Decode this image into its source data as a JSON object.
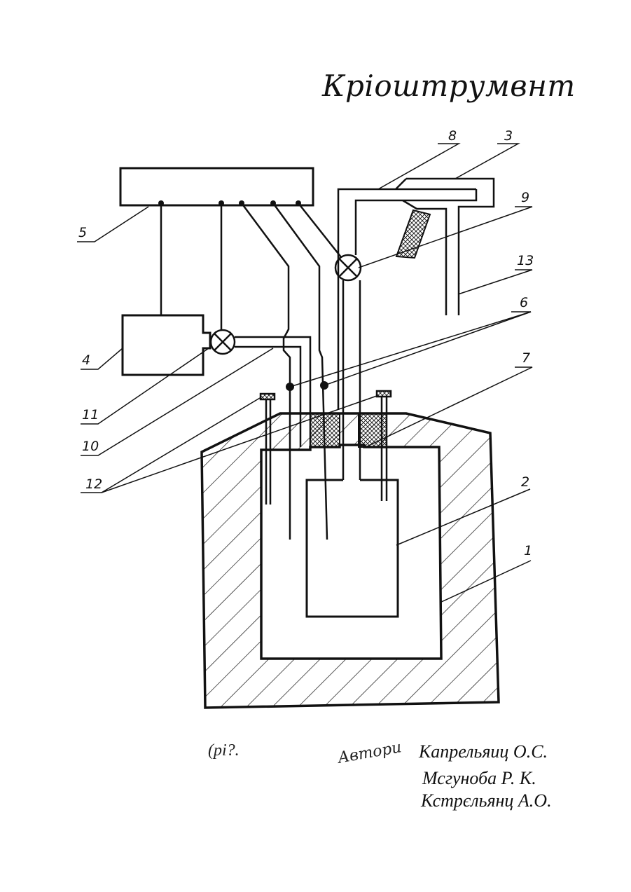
{
  "header": {
    "title": "Кріоштрумвнт"
  },
  "diagram": {
    "callouts": [
      "1",
      "2",
      "3",
      "4",
      "5",
      "6",
      "7",
      "8",
      "9",
      "10",
      "11",
      "12",
      "13"
    ]
  },
  "footer": {
    "figure_label": "(рі?.",
    "signature": "Автори",
    "authors": [
      "Капрельяиц О.С.",
      "Мсгуноба Р. К.",
      "Кстрєльянц А.О."
    ]
  }
}
